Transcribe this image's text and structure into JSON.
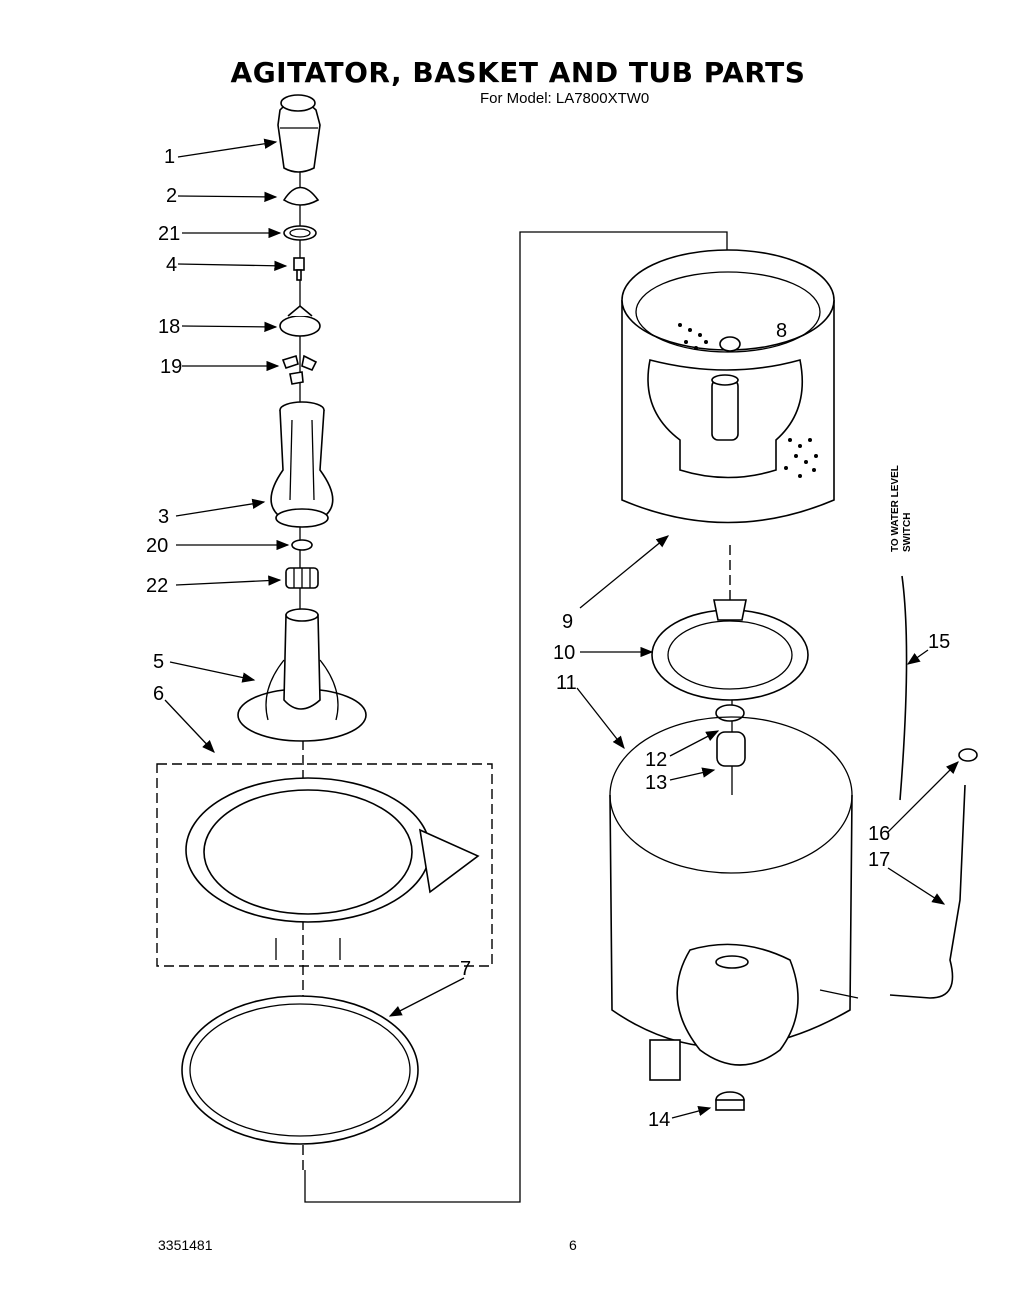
{
  "header": {
    "title": "AGITATOR, BASKET AND TUB PARTS",
    "subtitle": "For Model: LA7800XTW0"
  },
  "footer": {
    "doc_number": "3351481",
    "page_number": "6"
  },
  "note": {
    "line1": "TO WATER LEVEL",
    "line2": "SWITCH"
  },
  "callouts": [
    "1",
    "2",
    "21",
    "4",
    "18",
    "19",
    "3",
    "20",
    "22",
    "5",
    "6",
    "7",
    "8",
    "9",
    "10",
    "11",
    "12",
    "13",
    "14",
    "15",
    "16",
    "17"
  ]
}
